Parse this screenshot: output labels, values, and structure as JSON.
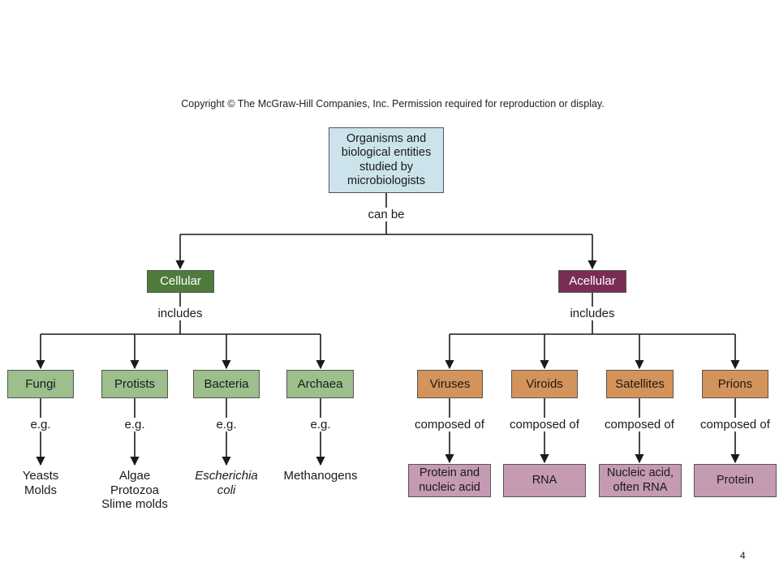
{
  "copyright": "Copyright © The McGraw-Hill Companies, Inc. Permission required for reproduction or display.",
  "root": "Organisms and biological entities studied by microbiologists",
  "root_link": "can be",
  "branches": {
    "cellular": {
      "label": "Cellular",
      "link": "includes",
      "children": [
        {
          "label": "Fungi",
          "link": "e.g.",
          "examples": [
            "Yeasts",
            "Molds"
          ]
        },
        {
          "label": "Protists",
          "link": "e.g.",
          "examples": [
            "Algae",
            "Protozoa",
            "Slime molds"
          ]
        },
        {
          "label": "Bacteria",
          "link": "e.g.",
          "examples": [
            "Escherichia",
            "coli"
          ]
        },
        {
          "label": "Archaea",
          "link": "e.g.",
          "examples": [
            "Methanogens"
          ]
        }
      ]
    },
    "acellular": {
      "label": "Acellular",
      "link": "includes",
      "children": [
        {
          "label": "Viruses",
          "link": "composed of",
          "composition": "Protein and nucleic acid"
        },
        {
          "label": "Viroids",
          "link": "composed of",
          "composition": "RNA"
        },
        {
          "label": "Satellites",
          "link": "composed of",
          "composition": "Nucleic acid, often RNA"
        },
        {
          "label": "Prions",
          "link": "composed of",
          "composition": "Protein"
        }
      ]
    }
  },
  "colors": {
    "root": "#cde3ec",
    "cellular": "#4e7b3c",
    "acellular": "#7a2d54",
    "cellular_children": "#9cbf8c",
    "acellular_children": "#d4935a",
    "compositions": "#c59ab3"
  },
  "page_number": "4"
}
